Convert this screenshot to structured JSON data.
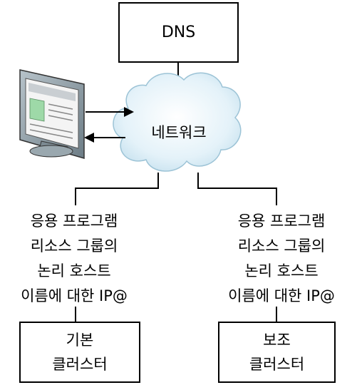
{
  "dns": {
    "label": "DNS"
  },
  "network": {
    "label": "네트워크"
  },
  "left_description": {
    "lines": [
      "응용 프로그램",
      "리소스 그룹의",
      "논리 호스트",
      "이름에 대한 IP@"
    ]
  },
  "right_description": {
    "lines": [
      "응용 프로그램",
      "리소스 그룹의",
      "논리 호스트",
      "이름에 대한 IP@"
    ]
  },
  "primary_cluster": {
    "lines": [
      "기본",
      "클러스터"
    ]
  },
  "secondary_cluster": {
    "lines": [
      "보조",
      "클러스터"
    ]
  },
  "colors": {
    "cloud_fill": "#dff0f8",
    "cloud_stroke": "#8fb8d0",
    "monitor_body": "#8a9aa3",
    "screen_green": "#9ed9a8"
  }
}
